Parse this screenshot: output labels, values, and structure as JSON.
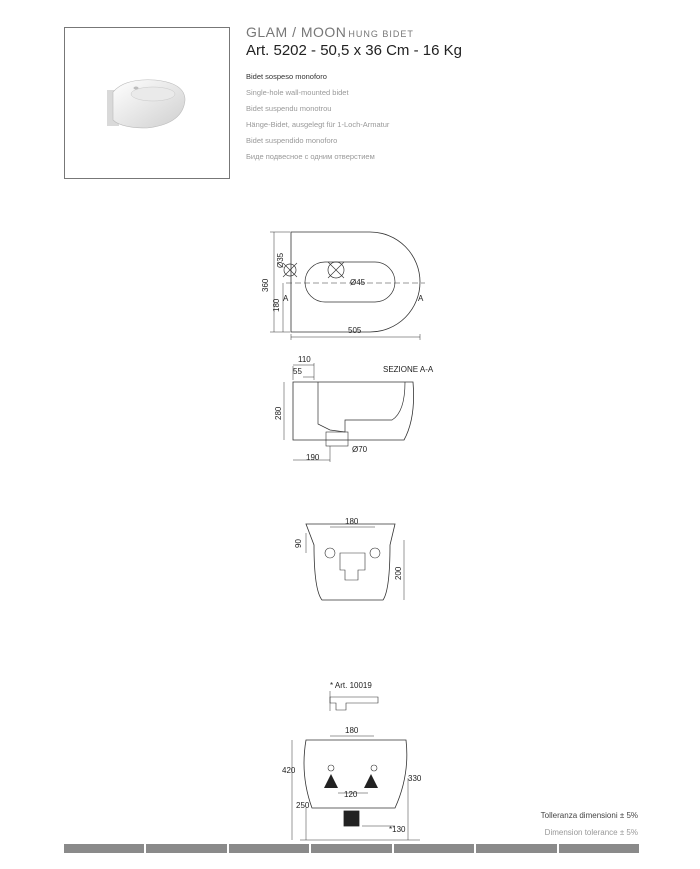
{
  "header": {
    "series": "GLAM / MOON",
    "series_sub": "HUNG BIDET",
    "article": "Art. 5202 - 50,5 x 36 Cm - 16 Kg"
  },
  "descriptions": [
    "Bidet sospeso monoforo",
    "Single-hole wall-mounted bidet",
    "Bidet suspendu monotrou",
    "Hänge-Bidet, ausgelegt für 1-Loch-Armatur",
    "Bidet suspendido monoforo",
    "Биде подвесное с одним отверстием"
  ],
  "plan_view": {
    "dims": {
      "height": "360",
      "half": "180",
      "width": "505",
      "hole_small": "Ø35",
      "hole_big": "Ø45"
    },
    "section_marker": "A"
  },
  "section_view": {
    "title": "SEZIONE A-A",
    "dims": {
      "d110": "110",
      "d55": "55",
      "d280": "280",
      "d190": "190",
      "drain": "Ø70"
    }
  },
  "rear_view": {
    "dims": {
      "d180": "180",
      "d90": "90",
      "d200": "200"
    }
  },
  "accessory": {
    "label": "* Art. 10019"
  },
  "install_view": {
    "dims": {
      "d180": "180",
      "d420": "420",
      "d330": "330",
      "d250": "250",
      "d120": "120",
      "d130": "*130"
    }
  },
  "tolerance": {
    "it": "Tolleranza dimensioni ± 5%",
    "en": "Dimension tolerance ± 5%"
  }
}
